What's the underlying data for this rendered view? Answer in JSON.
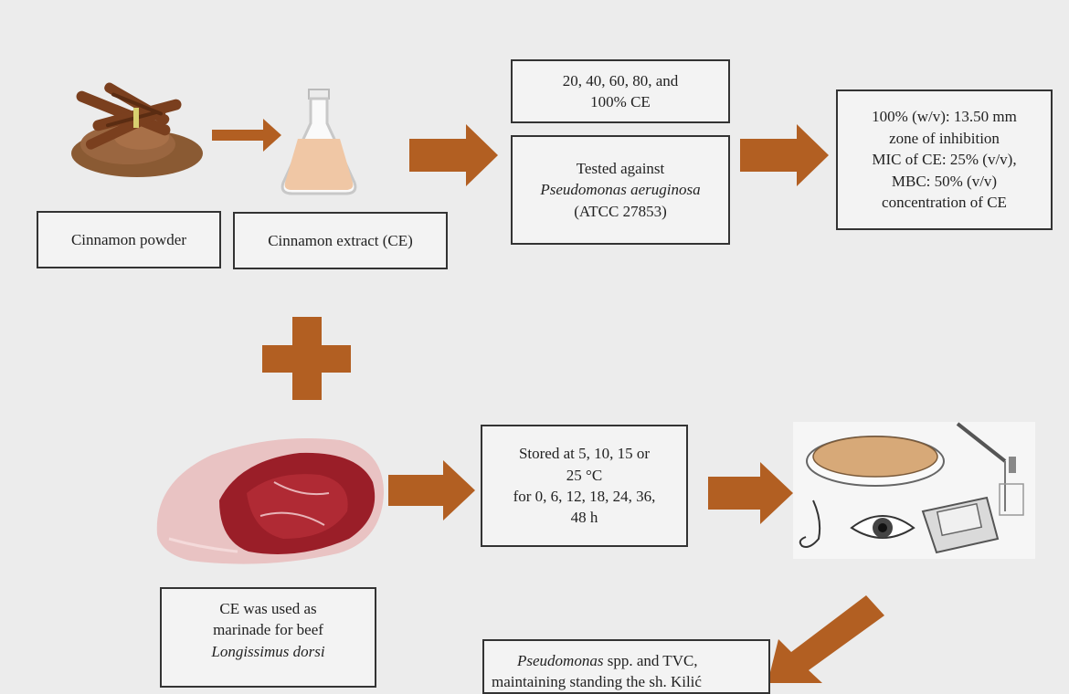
{
  "boxes": {
    "cinnamon_powder": "Cinnamon powder",
    "cinnamon_extract": "Cinnamon extract (CE)",
    "concentrations": [
      "20, 40, 60, 80, and",
      "100% CE"
    ],
    "tested": [
      "Tested against",
      "Pseudomonas aeruginosa",
      "(ATCC 27853)"
    ],
    "results": [
      "100% (w/v): 13.50 mm",
      "zone of inhibition",
      "MIC of CE: 25% (v/v),",
      "MBC: 50% (v/v)",
      "concentration of CE"
    ],
    "stored": [
      "Stored at 5, 10, 15 or",
      "25 °C",
      "for 0, 6, 12, 18, 24, 36,",
      "48 h"
    ],
    "marinade": [
      "CE was used as",
      "marinade for beef",
      "Longissimus dorsi"
    ],
    "outcome_italic": "Pseudomonas",
    "outcome_rest": " spp. and TVC,",
    "outcome_line2": "maintaining standing the sh. Kilić"
  },
  "colors": {
    "arrow": "#b25f22",
    "down_arrow": "#3a6fc4",
    "background": "#ececec"
  }
}
